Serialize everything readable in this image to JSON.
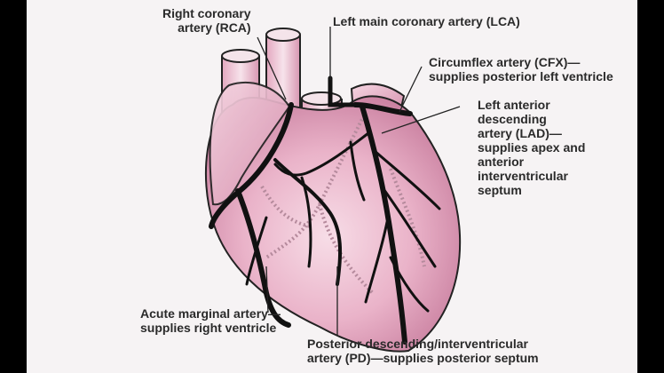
{
  "labels": {
    "rca": {
      "line1": "Right coronary",
      "line2": "artery (RCA)"
    },
    "lca": {
      "line1": "Left main coronary artery (LCA)"
    },
    "cfx": {
      "line1": "Circumflex artery (CFX)—",
      "line2": "supplies posterior left ventricle"
    },
    "lad": {
      "line1": "Left anterior",
      "line2": "descending",
      "line3": "artery (LAD)—",
      "line4": "supplies apex and",
      "line5": "anterior",
      "line6": "interventricular",
      "line7": "septum"
    },
    "acute_marginal": {
      "line1": "Acute marginal artery—",
      "line2": "supplies right ventricle"
    },
    "pd": {
      "line1": "Posterior descending/interventricular",
      "line2": "artery (PD)—supplies posterior septum"
    }
  },
  "colors": {
    "background": "#f6f3f4",
    "letterbox": "#000000",
    "heart_light": "#f4d4e0",
    "heart_mid": "#e8a9c1",
    "heart_dark": "#c77d9c",
    "artery": "#111111",
    "outline": "#222222"
  }
}
